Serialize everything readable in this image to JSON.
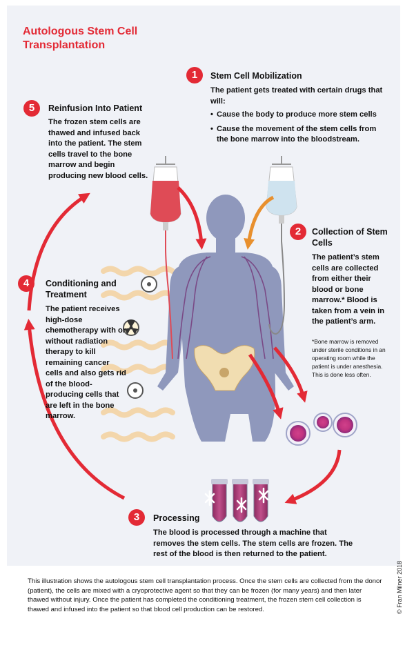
{
  "title": "Autologous Stem Cell Transplantation",
  "steps": {
    "mobilization": {
      "number": "1",
      "heading": "Stem Cell Mobilization",
      "intro": "The patient gets treated with certain drugs that will:",
      "bullets": [
        "Cause the body to produce more stem cells",
        "Cause the movement of the stem cells from the bone marrow into the bloodstream."
      ]
    },
    "collection": {
      "number": "2",
      "heading": "Collection of Stem Cells",
      "body": "The patient’s stem cells are collected from either their blood or bone marrow.* Blood is taken from a vein in the patient’s arm.",
      "note": "*Bone marrow is removed under sterile conditions in an operating room while the patient is under anesthesia. This is done less often."
    },
    "processing": {
      "number": "3",
      "heading": "Processing",
      "body": "The blood is processed through a machine that removes the stem cells. The stem cells are frozen. The rest of the blood is then returned to the patient."
    },
    "conditioning": {
      "number": "4",
      "heading": "Conditioning and Treatment",
      "body": "The patient receives high-dose chemotherapy with or without radiation therapy to kill remaining cancer cells and also gets rid of the blood-producing cells that are left in the bone marrow."
    },
    "reinfusion": {
      "number": "5",
      "heading": "Reinfusion Into Patient",
      "body": "The frozen stem cells are thawed and infused back into the patient. The stem cells travel to the bone marrow and begin producing new blood cells."
    }
  },
  "footer": "This illustration shows the autologous stem cell transplantation process. Once the stem cells are collected from the donor (patient), the cells are mixed with a cryoprotective agent so that they can be frozen (for many years) and then later thawed without injury. Once the patient has completed the conditioning treatment, the frozen stem cell collection is thawed and infused into the patient so that blood cell production can be restored.",
  "credit": "© Fran Milner 2018",
  "colors": {
    "accent": "#e32a35",
    "orange": "#e8902e",
    "body": "#8f98bc",
    "background": "#f0f2f7"
  }
}
